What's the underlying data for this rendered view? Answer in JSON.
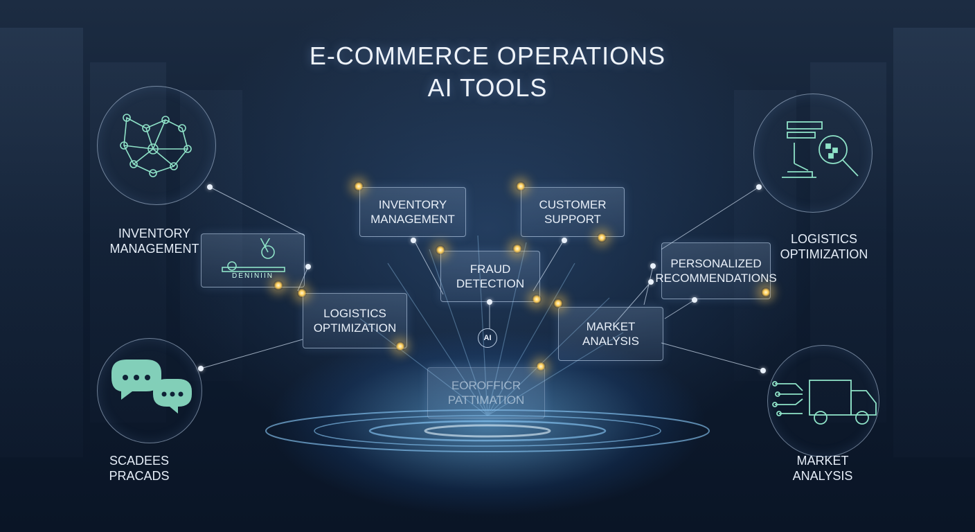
{
  "title": {
    "line1": "E-COMMERCE OPERATIONS",
    "line2": "AI TOOLS"
  },
  "center_badge": "AI",
  "side_items": [
    {
      "line1": "INVENTORY",
      "line2": "MANAGEMENT",
      "icon": "network-graph-icon"
    },
    {
      "line1": "LOGISTICS",
      "line2": "OPTIMIZATION",
      "icon": "robot-arm-magnifier-icon"
    },
    {
      "line1": "SCADEES",
      "line2": "PRACADS",
      "icon": "chat-bubbles-icon"
    },
    {
      "line1": "MARKET",
      "line2": "ANALYSIS",
      "icon": "circuit-truck-icon"
    }
  ],
  "cards": [
    {
      "line1": "INVENTORY",
      "line2": "MANAGEMENT"
    },
    {
      "line1": "CUSTOMER",
      "line2": "SUPPORT"
    },
    {
      "line1": "FRAUD",
      "line2": "DETECTION"
    },
    {
      "line1": "PERSONALIZED",
      "line2": "RECOMMENDATIONS"
    },
    {
      "line1": "LOGISTICS",
      "line2": "OPTIMIZATION"
    },
    {
      "line1": "MARKET",
      "line2": "ANALYSIS"
    },
    {
      "line1": "EOROFFICR",
      "line2": "PATTIMATION"
    }
  ],
  "robot_card_caption": "DENINIIN",
  "colors": {
    "accent": "#8fe3c8",
    "glow": "#ffcf5a",
    "line": "#c9d8ea"
  }
}
